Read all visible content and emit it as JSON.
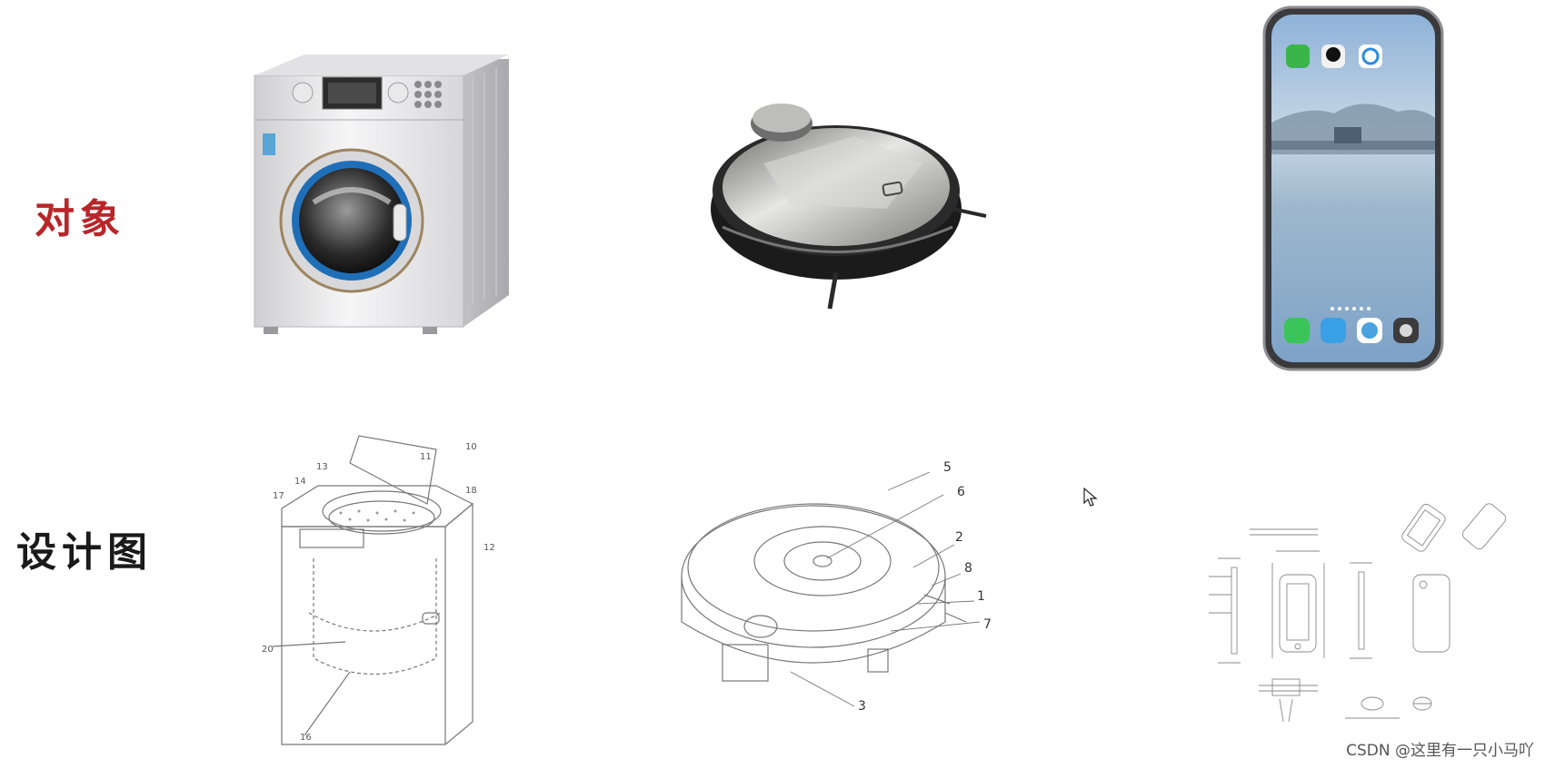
{
  "labels": {
    "objects": "对象",
    "designs": "设计图"
  },
  "watermark": "CSDN @这里有一只小马吖",
  "washer_diagram": {
    "callouts": [
      "10",
      "11",
      "13",
      "14",
      "17",
      "18",
      "12",
      "20",
      "16"
    ]
  },
  "robot_diagram": {
    "callouts": [
      "5",
      "6",
      "2",
      "8",
      "1",
      "7",
      "3"
    ]
  },
  "colors": {
    "object_label": "#b8262a",
    "design_label": "#1a1a1a",
    "line_art": "#777777"
  },
  "icons": [
    "washing-machine-photo",
    "robot-vacuum-photo",
    "smartphone-photo",
    "washer-line-drawing",
    "robot-vacuum-line-drawing",
    "phone-blueprint-drawing",
    "mouse-cursor-icon"
  ]
}
